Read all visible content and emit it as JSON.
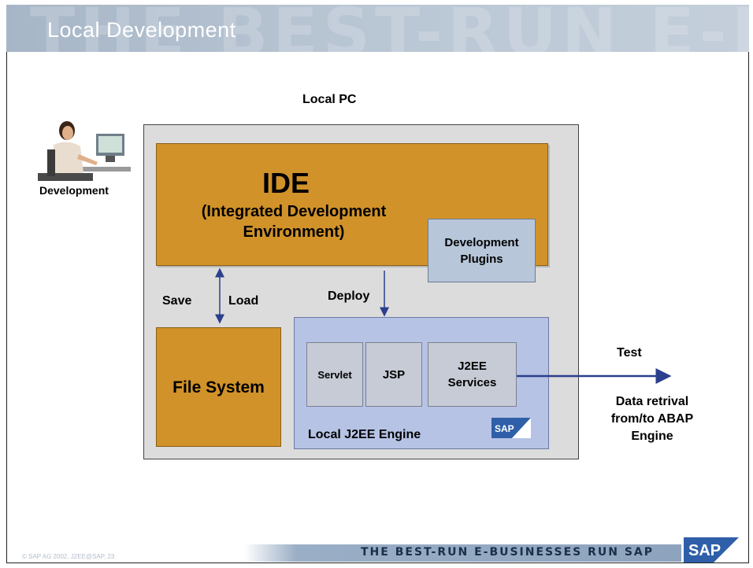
{
  "slide": {
    "title": "Local Development",
    "title_watermark": "THE BEST-RUN E-BUS"
  },
  "local_pc": {
    "label": "Local PC"
  },
  "developer": {
    "label": "Development"
  },
  "ide": {
    "title": "IDE",
    "subtitle": "(Integrated Development Environment)"
  },
  "plugins": {
    "label": "Development Plugins"
  },
  "file_system": {
    "label": "File System"
  },
  "engine": {
    "label": "Local J2EE Engine",
    "components": [
      "Servlet",
      "JSP",
      "J2EE Services"
    ],
    "logo_text": "SAP"
  },
  "connections": {
    "save": "Save",
    "load": "Load",
    "deploy": "Deploy",
    "test": "Test",
    "data_retrieval": "Data retrival from/to ABAP Engine"
  },
  "footer": {
    "copyright": "© SAP AG 2002, J2EE@SAP, 23",
    "tagline": "THE BEST-RUN E-BUSINESSES RUN SAP",
    "logo_text": "SAP"
  },
  "colors": {
    "ide": "#d1922a",
    "engine": "#b6c3e5",
    "local_pc": "#dcdcdc",
    "arrow": "#2b3f8c",
    "title_bar": "#b8c5d3"
  }
}
